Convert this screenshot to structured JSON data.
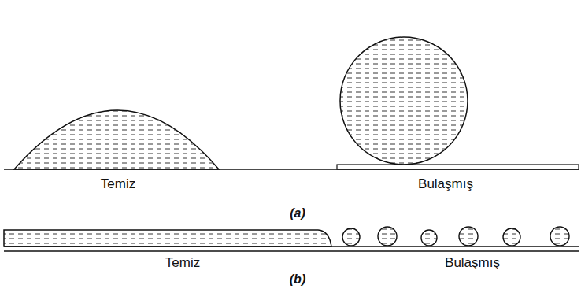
{
  "diagram": {
    "labels": [
      "Temiz",
      "Bulaşmış",
      "(a)",
      "Temiz",
      "Bulaşmış",
      "(b)"
    ]
  }
}
